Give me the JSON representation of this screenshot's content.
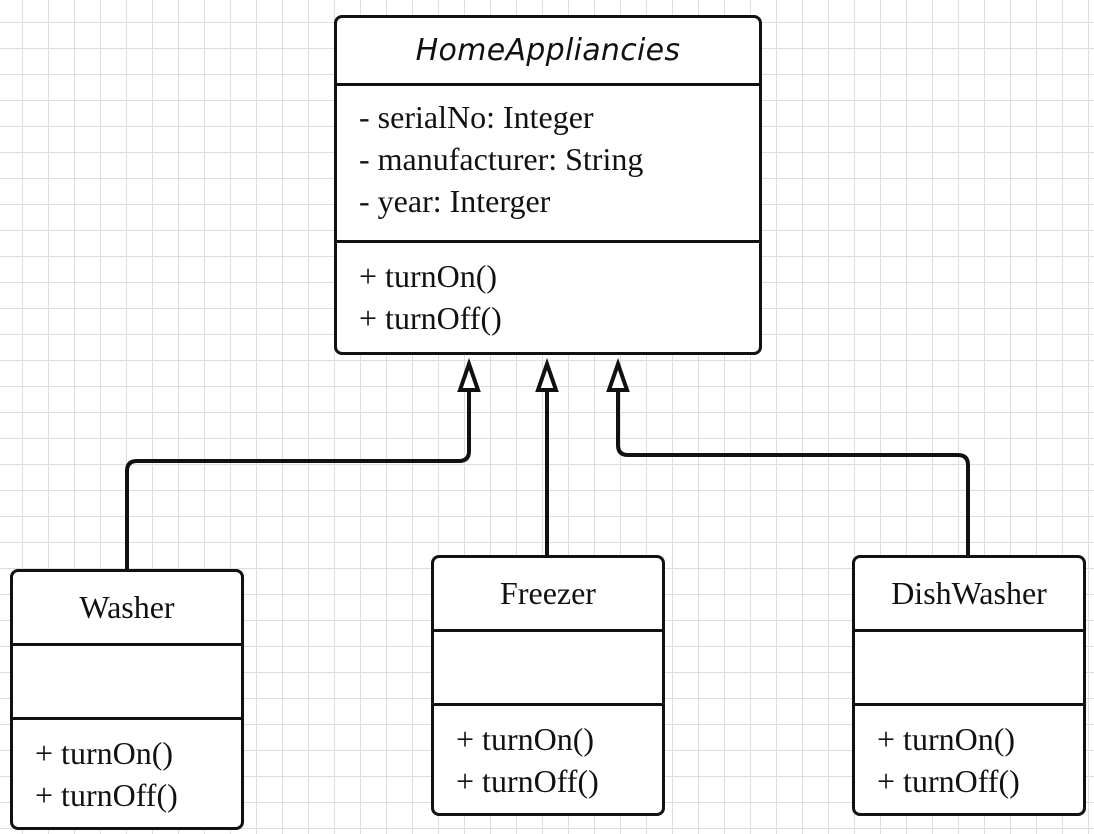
{
  "classes": {
    "base": {
      "name": "HomeAppliancies",
      "attributes": [
        "- serialNo: Integer",
        "- manufacturer: String",
        "- year: Interger"
      ],
      "methods": [
        "+ turnOn()",
        "+ turnOff()"
      ]
    },
    "washer": {
      "name": "Washer",
      "attributes": [],
      "methods": [
        "+ turnOn()",
        "+ turnOff()"
      ]
    },
    "freezer": {
      "name": "Freezer",
      "attributes": [],
      "methods": [
        "+ turnOn()",
        "+ turnOff()"
      ]
    },
    "dishwasher": {
      "name": "DishWasher",
      "attributes": [],
      "methods": [
        "+ turnOn()",
        "+ turnOff()"
      ]
    }
  },
  "relationships": [
    {
      "type": "generalization",
      "from": "washer",
      "to": "base"
    },
    {
      "type": "generalization",
      "from": "freezer",
      "to": "base"
    },
    {
      "type": "generalization",
      "from": "dishwasher",
      "to": "base"
    }
  ]
}
